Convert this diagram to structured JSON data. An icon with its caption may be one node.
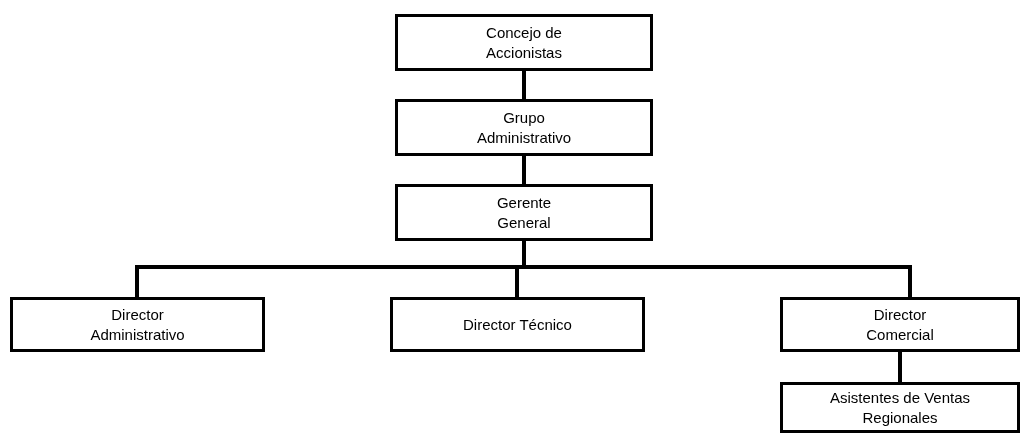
{
  "diagram": {
    "nodes": [
      {
        "text": [
          "Concejo de Accionistas"
        ]
      },
      {
        "text": [
          "Grupo Administrativo"
        ]
      },
      {
        "text": [
          "Gerente General"
        ]
      },
      {
        "text": [
          "Director Administrativo"
        ]
      },
      {
        "text": [
          "Director Técnico"
        ]
      },
      {
        "text": [
          "Director Comercial"
        ]
      },
      {
        "text": [
          "Asistentes de Ventas Regionales"
        ]
      }
    ],
    "edges": [
      {
        "from": 0,
        "to": 1,
        "arrow": "none"
      },
      {
        "from": 1,
        "to": 2,
        "arrow": "none"
      },
      {
        "from": 2,
        "to": 3,
        "arrow": "none"
      },
      {
        "from": 2,
        "to": 4,
        "arrow": "none"
      },
      {
        "from": 2,
        "to": 5,
        "arrow": "none"
      },
      {
        "from": 5,
        "to": 6,
        "arrow": "none"
      }
    ]
  }
}
